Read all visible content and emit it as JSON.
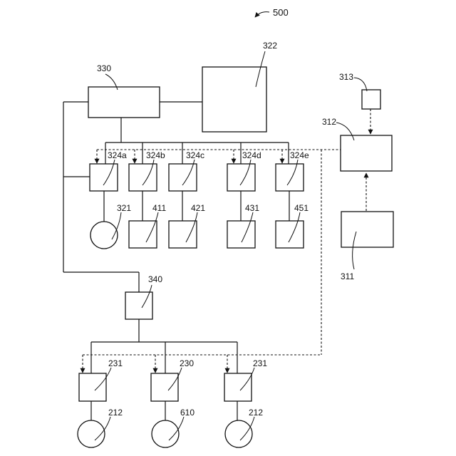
{
  "figure": {
    "number": "500",
    "labels": {
      "node_330": "330",
      "node_322": "322",
      "node_313": "313",
      "node_312": "312",
      "node_311": "311",
      "node_324a": "324a",
      "node_324b": "324b",
      "node_324c": "324c",
      "node_324d": "324d",
      "node_324e": "324e",
      "node_321": "321",
      "node_411": "411",
      "node_421": "421",
      "node_431": "431",
      "node_451": "451",
      "node_340": "340",
      "node_231_left": "231",
      "node_230": "230",
      "node_231_right": "231",
      "node_212_left": "212",
      "node_610": "610",
      "node_212_right": "212"
    }
  }
}
